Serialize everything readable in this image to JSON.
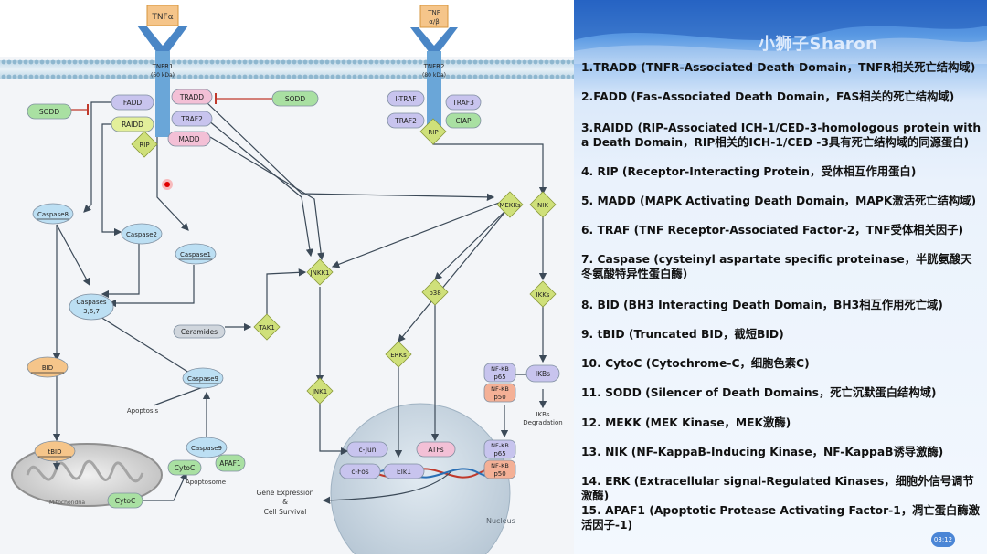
{
  "brand": "小狮子Sharon",
  "timer": "03:12",
  "glossary": [
    "1.TRADD (TNFR-Associated Death Domain，TNFR相关死亡结构域)",
    "2.FADD (Fas-Associated Death Domain，FAS相关的死亡结构域)",
    "3.RAIDD (RIP-Associated ICH-1/CED-3-homologous protein with a Death Domain，RIP相关的ICH-1/CED -3具有死亡结构域的同源蛋白)",
    "4. RIP (Receptor-Interacting Protein，受体相互作用蛋白)",
    "5. MADD (MAPK Activating Death Domain，MAPK激活死亡结构域)",
    "6. TRAF (TNF Receptor-Associated Factor-2，TNF受体相关因子)",
    "7. Caspase (cysteinyl aspartate specific proteinase，半胱氨酸天冬氨酸特异性蛋白酶)",
    "8. BID (BH3 Interacting Death Domain，BH3相互作用死亡域)",
    "9. tBID (Truncated BID，截短BID)",
    "10. CytoC (Cytochrome-C，细胞色素C)",
    "11. SODD (Silencer of Death Domains，死亡沉默蛋白结构域)",
    "12. MEKK (MEK Kinase，MEK激酶)",
    "13. NIK (NF-KappaB-Inducing Kinase，NF-KappaB诱导激酶)",
    "14. ERK (Extracellular signal-Regulated Kinases，细胞外信号调节激酶)",
    "15. APAF1 (Apoptotic Protease Activating Factor-1，凋亡蛋白酶激活因子-1)"
  ],
  "diagram": {
    "ligand1": "TNFα",
    "ligand2a": "TNF",
    "ligand2b": "α/β",
    "receptor1a": "TNFR1",
    "receptor1b": "(60 kDa)",
    "receptor2a": "TNFR2",
    "receptor2b": "(80 kDa)",
    "sodd_left": "SODD",
    "sodd_right": "SODD",
    "fadd": "FADD",
    "raidd": "RAIDD",
    "tradd": "TRADD",
    "traf2": "TRAF2",
    "madd": "MADD",
    "rip1": "RIP",
    "itraf": "I-TRAF",
    "traf3": "TRAF3",
    "traf2b": "TRAF2",
    "ciap": "CIAP",
    "rip2": "RIP",
    "caspase8": "Caspase8",
    "caspase2": "Caspase2",
    "caspase1": "Caspase1",
    "caspases367a": "Caspases",
    "caspases367b": "3,6,7",
    "ceramides": "Ceramides",
    "tak1": "TAK1",
    "jnkk1": "JNKK1",
    "mekks": "MEKKs",
    "nik": "NIK",
    "p38": "p38",
    "ikks": "IKKs",
    "erks": "ERKs",
    "jnk1": "JNK1",
    "bid": "BID",
    "tbid": "tBID",
    "caspase9a": "Caspase9",
    "caspase9b": "Caspase9",
    "apoptosis": "Apoptosis",
    "cytoc1": "CytoC",
    "apaf1": "APAF1",
    "apoptosome": "Apoptosome",
    "cytoc2": "CytoC",
    "mitochondria": "Mitochondria",
    "nfkb1a": "NF-KB",
    "p65a": "p65",
    "nfkb1b": "NF-KB",
    "p50a": "p50",
    "ikbs": "IKBs",
    "ikbdeg1": "IKBs",
    "ikbdeg2": "Degradation",
    "cjun": "c-Jun",
    "cfos": "c-Fos",
    "elk1": "Elk1",
    "atfs": "ATFs",
    "nfkb2a": "NF-KB",
    "p65b": "p65",
    "nfkb2b": "NF-KB",
    "p50b": "p50",
    "gene1": "Gene Expression",
    "gene2": "&",
    "gene3": "Cell Survival",
    "nucleus": "Nucleus"
  },
  "colors": {
    "diamond": "#cfe07a",
    "purple": "#c8c4ee",
    "blue": "#bcdff3",
    "green": "#a9e0a2",
    "orange": "#f5c58a",
    "pink": "#f3c0d6",
    "membrane": "#9ec6dc"
  }
}
